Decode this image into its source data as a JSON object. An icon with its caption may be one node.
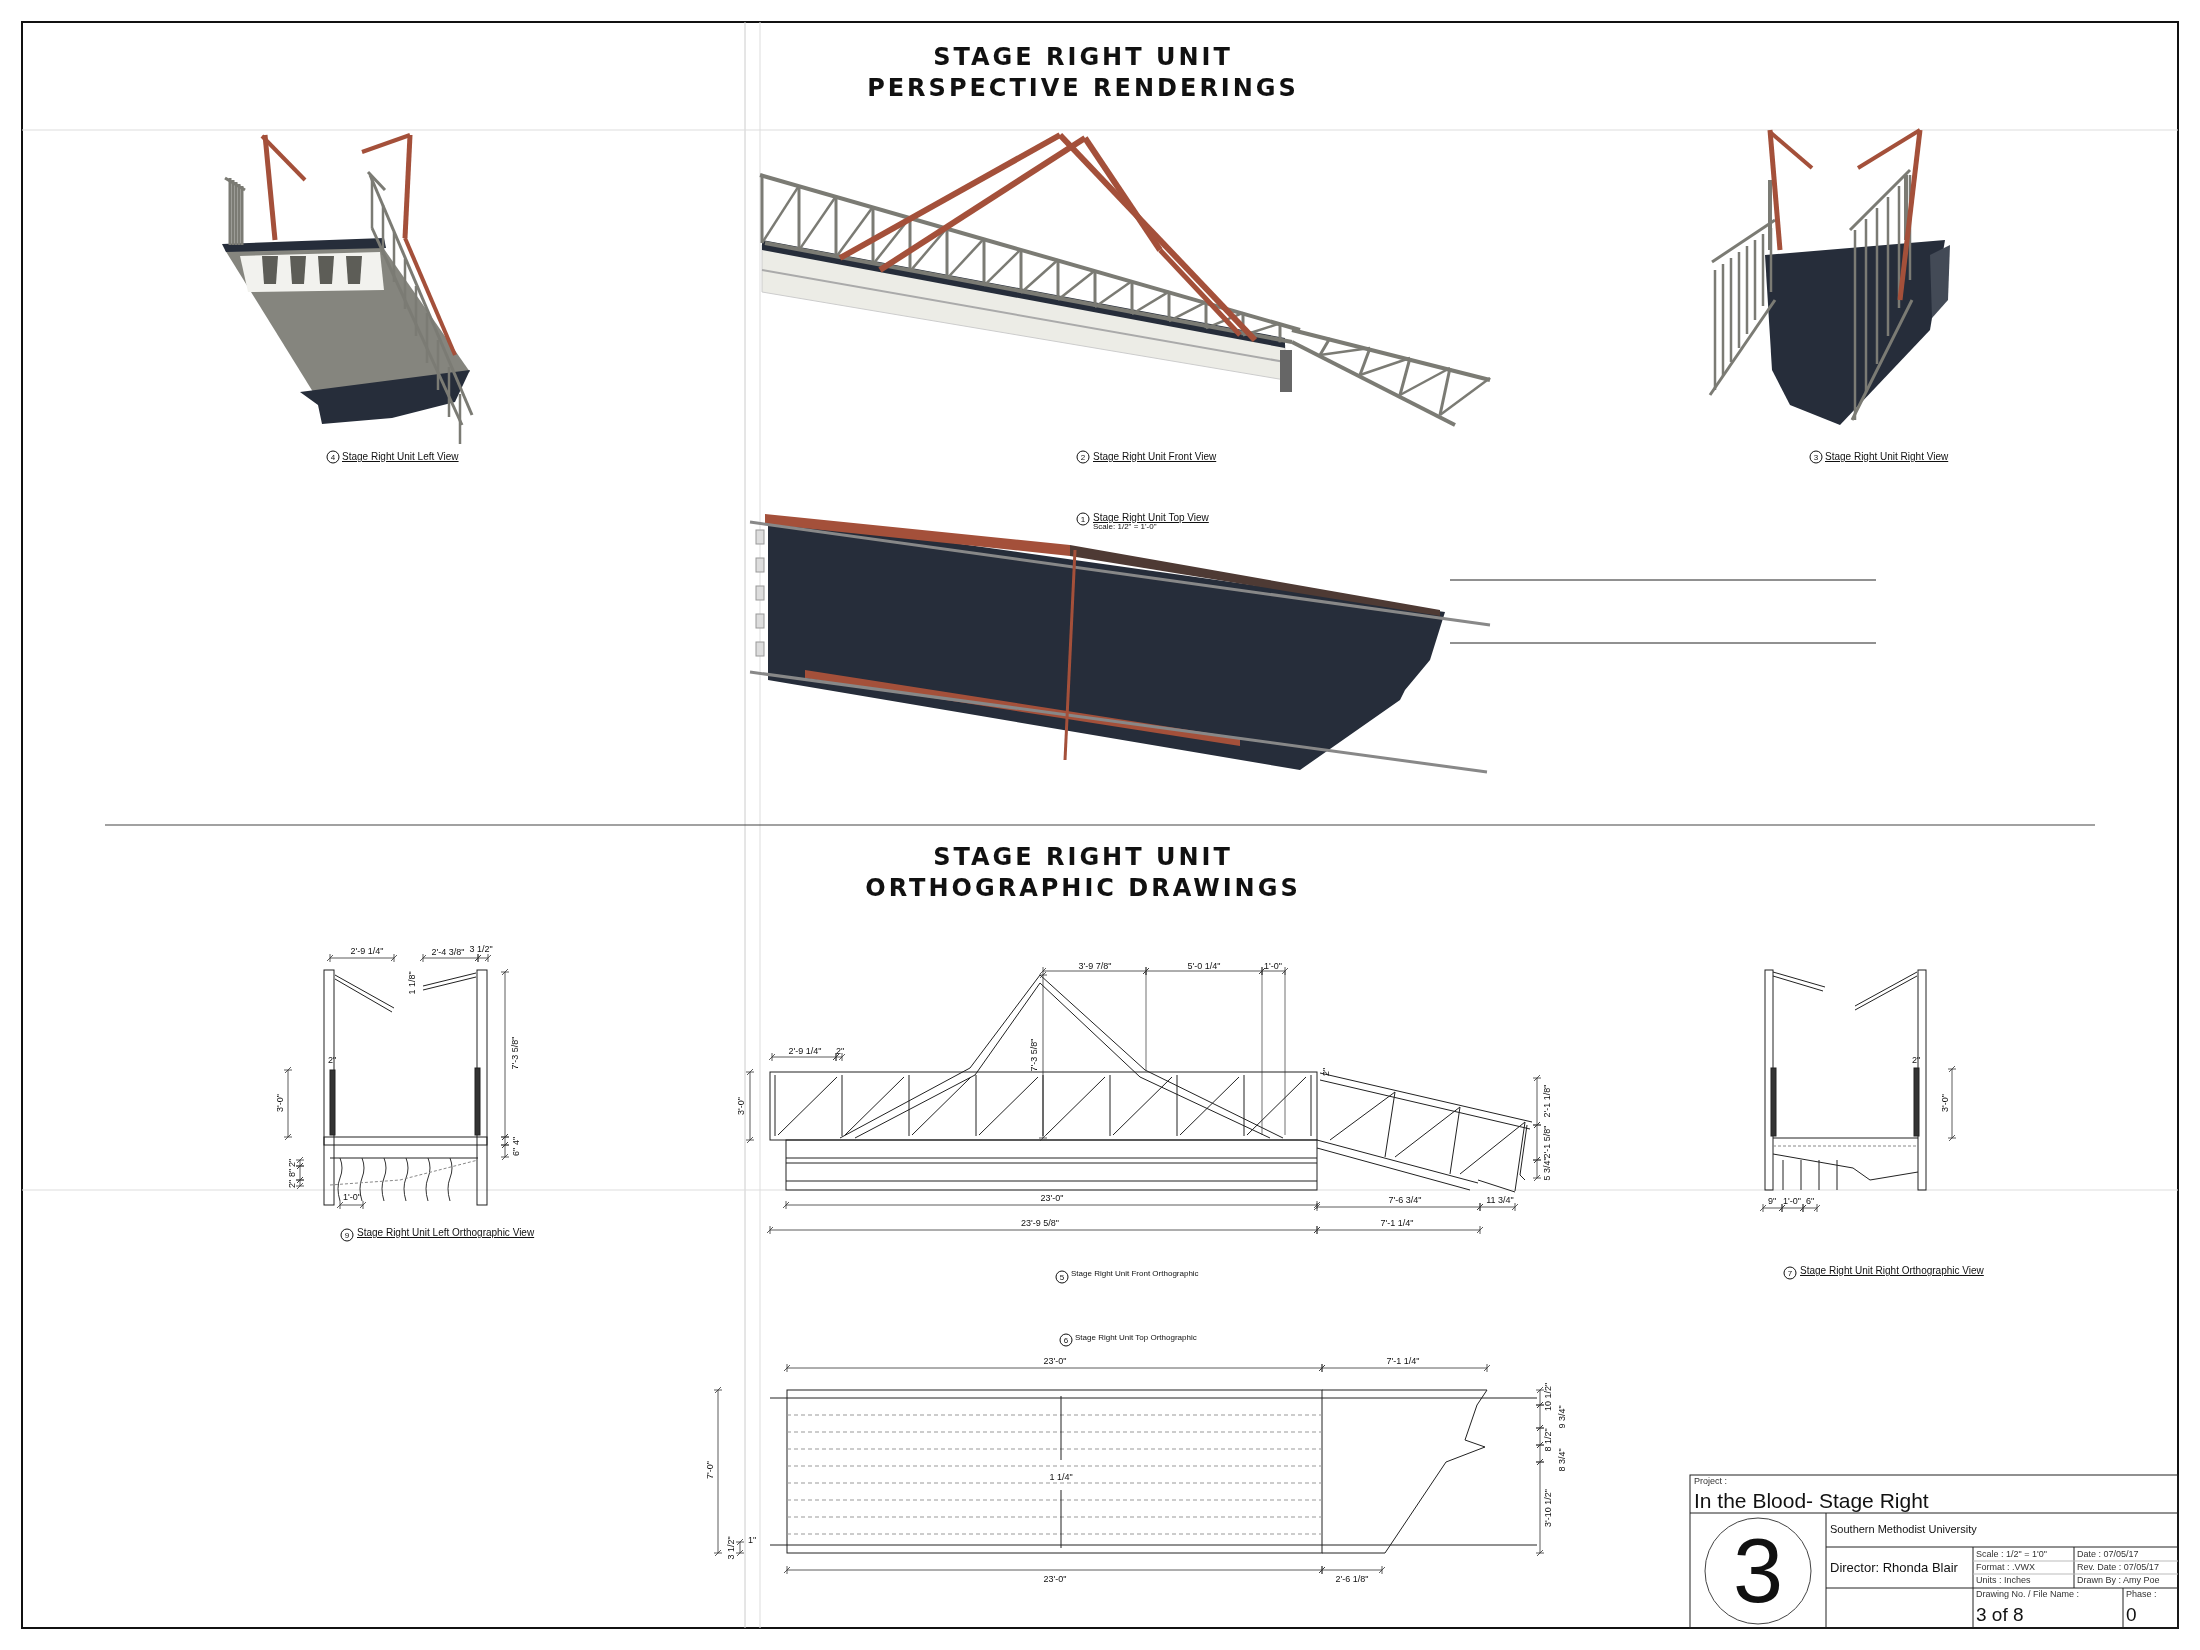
{
  "diagram": {
    "title": "STAGE RIGHT UNIT PERSPECTIVE RENDERINGS",
    "labels": [
      "4",
      "Stage Right Unit Left View",
      "2",
      "Stage Right Unit Front View",
      "3",
      "Stage Right Unit Right View",
      "1",
      "Stage Right Unit Top View",
      "Scale: 1/2\" = 1'-0\"",
      "STAGE RIGHT UNIT ORTHOGRAPHIC DRAWINGS",
      "2'-9 1/4\"",
      "2'-4 3/8\"",
      "3 1/2\"",
      "1 1/8\"",
      "7'-3 5/8\"",
      "2\"",
      "3'-0\"",
      "4\"",
      "6\"",
      "2\"",
      "8\"",
      "2\"",
      "1'-0\"",
      "9",
      "Stage Right Unit Left Orthographic View",
      "3'-9 7/8\"",
      "5'-0 1/4\"",
      "1'-0\"",
      "2'-9 1/4\"",
      "2\"",
      "7'-3 5/8\"",
      "3'-0\"",
      "2\"",
      "2'-1 1/8\"",
      "2'-1 5/8\"",
      "5 3/4\"",
      "23'-0\"",
      "7'-6 3/4\"",
      "11 3/4\"",
      "23'-9 5/8\"",
      "7'-1 1/4\"",
      "5",
      "Stage Right Unit Front Orthographic",
      "2\"",
      "3'-0\"",
      "9\"",
      "1'-0\"",
      "6\"",
      "7",
      "Stage Right Unit Right Orthographic View",
      "6",
      "Stage Right Unit Top Orthographic",
      "23'-0\"",
      "7'-1 1/4\"",
      "7'-0\"",
      "10 1/2\"",
      "9 3/4\"",
      "8 1/2\"",
      "8 3/4\"",
      "1 1/4\"",
      "3'-10 1/2\"",
      "3 1/2\"",
      "1\"",
      "23'-0\"",
      "2'-6 1/8\"",
      "Project :",
      "In the Blood- Stage Right",
      "3",
      "Southern Methodist University",
      "Director: Rhonda Blair",
      "Scale : 1/2\" = 1'0\"",
      "Date : 07/05/17",
      "Format : .VWX",
      "Rev. Date : 07/05/17",
      "Units : Inches",
      "Drawn By : Amy Poe",
      "Drawing No. / File Name :",
      "3 of 8",
      "Phase :",
      "0"
    ]
  }
}
